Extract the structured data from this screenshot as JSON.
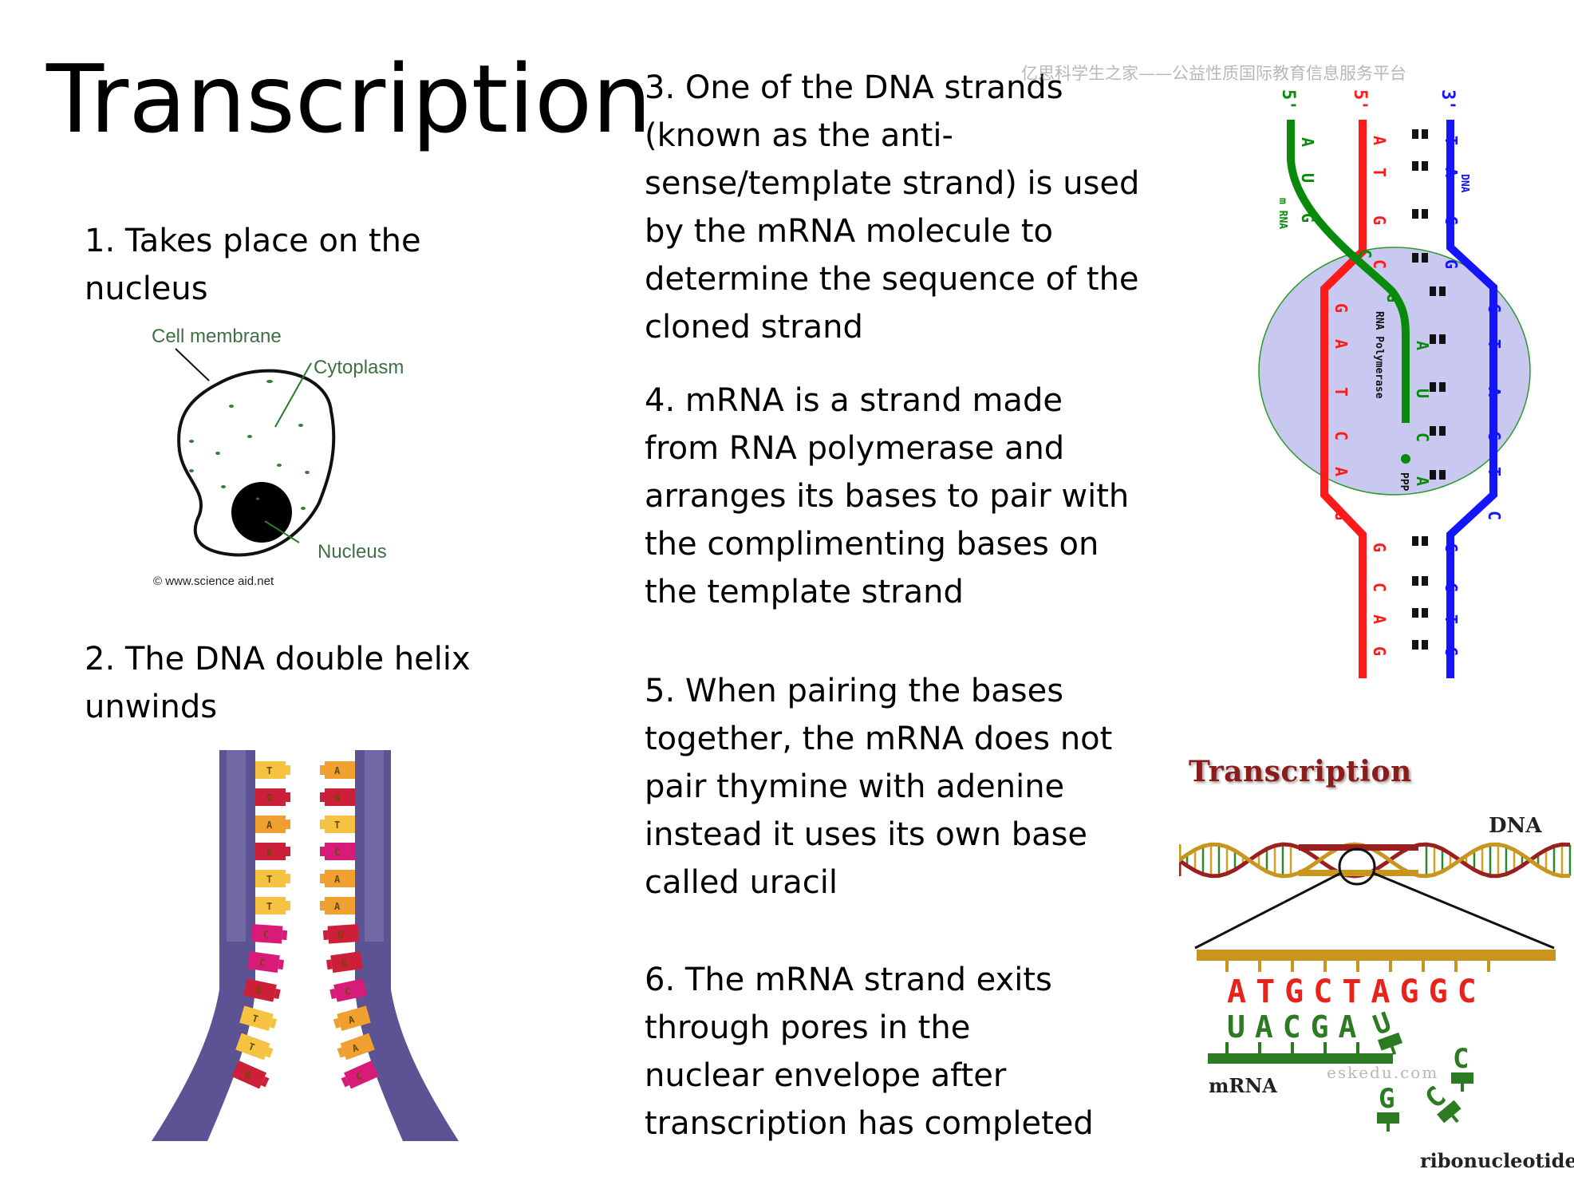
{
  "title": "Transcription",
  "watermark_top": "亿思科学生之家——公益性质国际教育信息服务平台",
  "watermark_bottom": "eskedu.com",
  "steps": {
    "s1": "1. Takes place on the\nnucleus",
    "s2": "2. The DNA double helix\nunwinds",
    "s3": "3. One of the DNA strands\n(known as the anti-\nsense/template strand)  is used\nby the mRNA molecule to\ndetermine the sequence of the\ncloned strand",
    "s4": "4. mRNA is a strand made\nfrom RNA polymerase and\narranges its bases to pair with\nthe complimenting bases on\nthe template strand",
    "s5": "5. When pairing the bases\ntogether, the mRNA does not\npair thymine with adenine\ninstead it uses its own base\ncalled uracil",
    "s6": "6. The mRNA strand exits\nthrough pores in the\nnuclear envelope after\ntranscription has completed"
  },
  "cell_diagram": {
    "membrane_label": "Cell membrane",
    "cytoplasm_label": "Cytoplasm",
    "nucleus_label": "Nucleus",
    "credit": "© www.science aid.net"
  },
  "unwind_diagram": {
    "left_bases": [
      "T",
      "G",
      "A",
      "G",
      "T",
      "T",
      "C",
      "C",
      "G",
      "T",
      "T",
      "G"
    ],
    "right_bases": [
      "A",
      "G",
      "T",
      "C",
      "A",
      "A",
      "G",
      "G",
      "C",
      "A",
      "A",
      "C"
    ]
  },
  "strand_diagram": {
    "five_prime_mrna": "5'",
    "five_prime_dna": "5'",
    "three_prime_dna": "3'",
    "dna_label": "DNA",
    "mrna_label": "m RNA",
    "polymerase_label": "RNA Polymerase",
    "ppp_label": "PPP",
    "mrna_bases": [
      "A",
      "U",
      "G",
      "C",
      "G",
      "A",
      "U",
      "C",
      "A"
    ],
    "red_bases": [
      "A",
      "T",
      "G",
      "C",
      "G",
      "A",
      "T",
      "C",
      "A",
      "G",
      "G",
      "C",
      "A",
      "G"
    ],
    "blue_bases": [
      "T",
      "A",
      "C",
      "G",
      "C",
      "T",
      "A",
      "G",
      "T",
      "C",
      "C",
      "G",
      "T",
      "C"
    ],
    "colors": {
      "mrna": "#0a8a0a",
      "coding": "#ff1a1a",
      "template": "#1414ff",
      "polymerase": "#c8c8f0"
    }
  },
  "transcription_diagram": {
    "title": "Transcription",
    "dna_label": "DNA",
    "dna_sequence": "ATGCTAGGC",
    "mrna_sequence": "UACGA",
    "mrna_label": "mRNA",
    "ribonucleotides_label": "ribonucleotides",
    "free_bases": [
      "U",
      "C",
      "C",
      "G"
    ],
    "colors": {
      "dna_seq": "#e8231c",
      "mrna": "#2c7a22",
      "backbone": "#c8961e"
    }
  }
}
